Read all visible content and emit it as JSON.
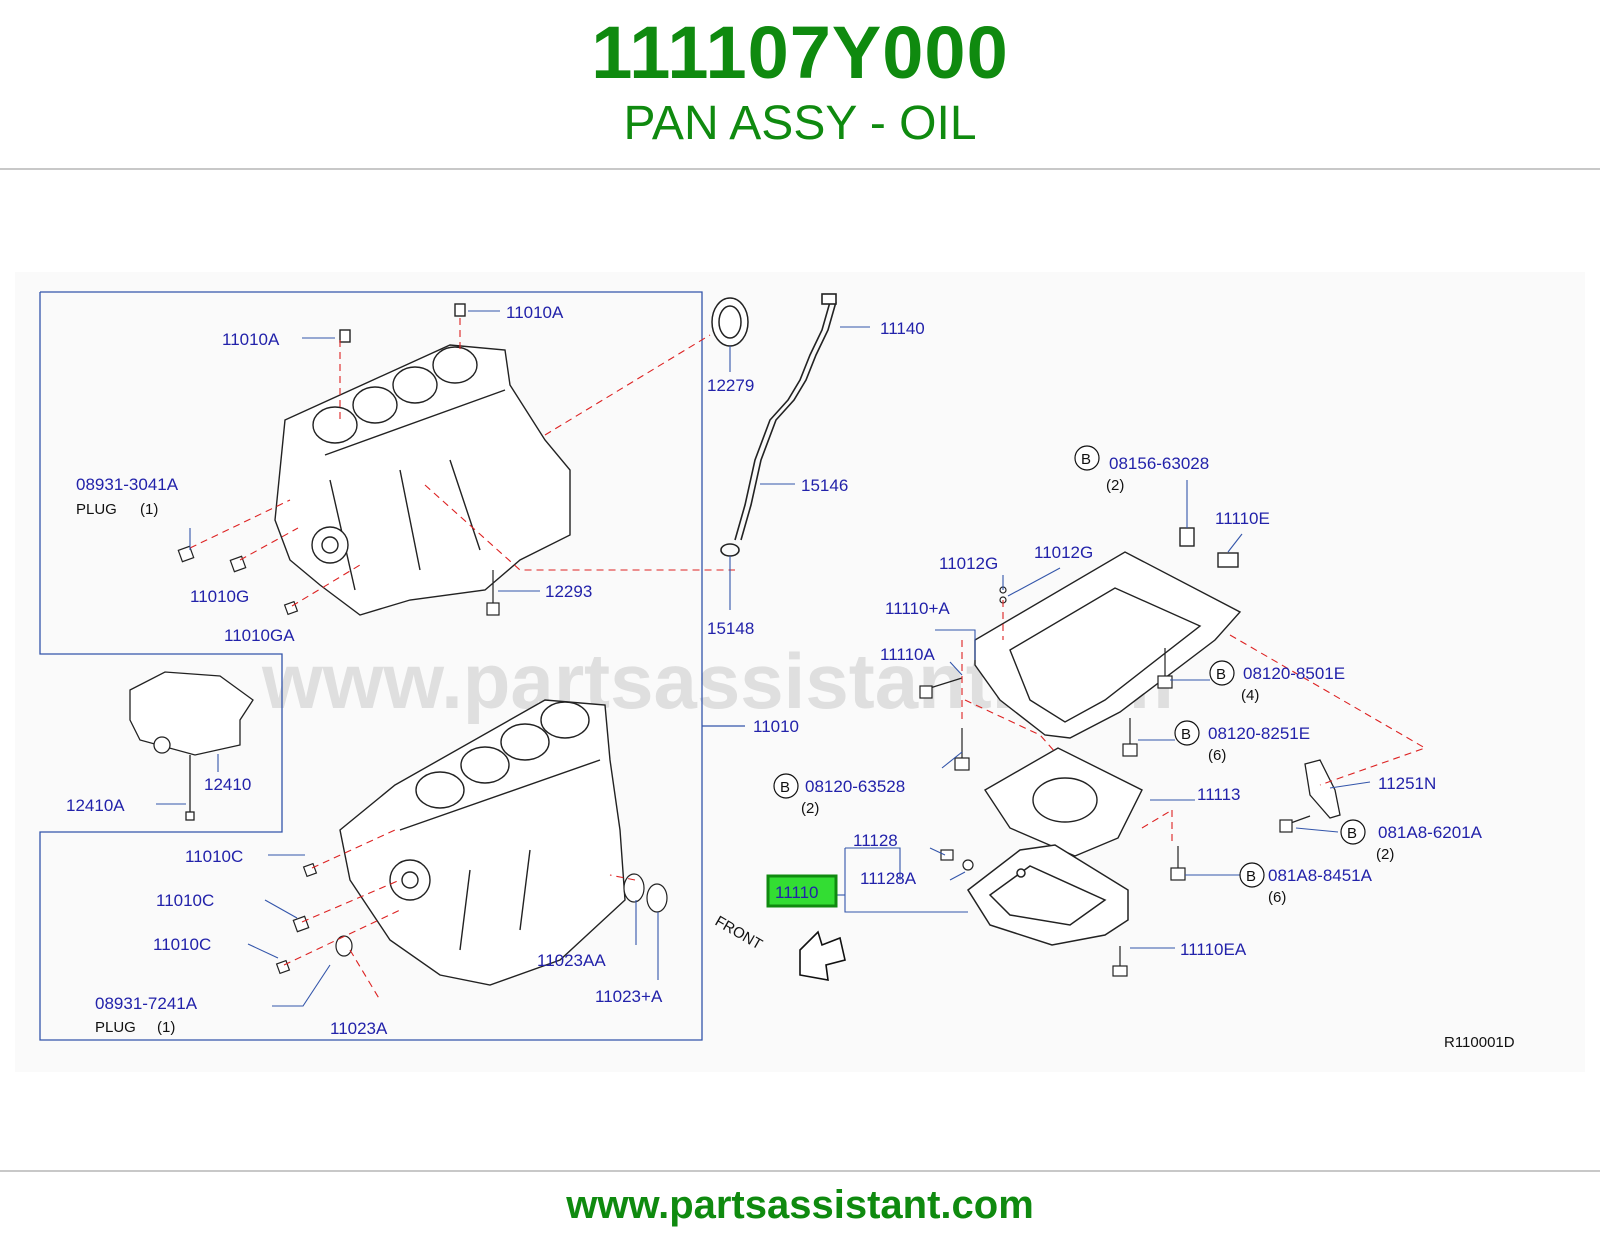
{
  "header": {
    "part_number": "111107Y000",
    "part_name": "PAN ASSY - OIL"
  },
  "footer": {
    "url": "www.partsassistant.com"
  },
  "diagram": {
    "watermark": "www.partsassistant.com",
    "ref_code": "R110001D",
    "front_label": "FRONT",
    "highlighted_part": "11110",
    "callouts": {
      "c11010A_top": "11010A",
      "c11010A_left": "11010A",
      "c08931_3041A": "08931-3041A",
      "plug1_text": "PLUG",
      "plug1_qty": "(1)",
      "c11010G": "11010G",
      "c11010GA": "11010GA",
      "c12293": "12293",
      "c12279": "12279",
      "c11140": "11140",
      "c15146": "15146",
      "c15148": "15148",
      "c12410": "12410",
      "c12410A": "12410A",
      "c11010": "11010",
      "c11010C_1": "11010C",
      "c11010C_2": "11010C",
      "c11010C_3": "11010C",
      "c08931_7241A": "08931-7241A",
      "plug2_text": "PLUG",
      "plug2_qty": "(1)",
      "c11023A": "11023A",
      "c11023AA": "11023AA",
      "c11023_A": "11023+A",
      "c08156_63028": "08156-63028",
      "q08156": "(2)",
      "c11110E": "11110E",
      "c11012G_1": "11012G",
      "c11012G_2": "11012G",
      "c11110_A": "11110+A",
      "c11110A": "11110A",
      "c08120_8501E": "08120-8501E",
      "q8501E": "(4)",
      "c08120_8251E": "08120-8251E",
      "q8251E": "(6)",
      "c08120_63528": "08120-63528",
      "q63528": "(2)",
      "c11113": "11113",
      "c11251N": "11251N",
      "c081A8_6201A": "081A8-6201A",
      "q6201A": "(2)",
      "c11128": "11128",
      "c11128A": "11128A",
      "c081A8_8451A": "081A8-8451A",
      "q8451A": "(6)",
      "c11110EA": "11110EA",
      "bolt_marker": "B"
    }
  },
  "colors": {
    "brand_green": "#0f8a0f",
    "callout_blue": "#2222aa",
    "highlight_green": "#33dd33",
    "leader_red": "#dd2222",
    "frame_blue": "#3355aa"
  }
}
